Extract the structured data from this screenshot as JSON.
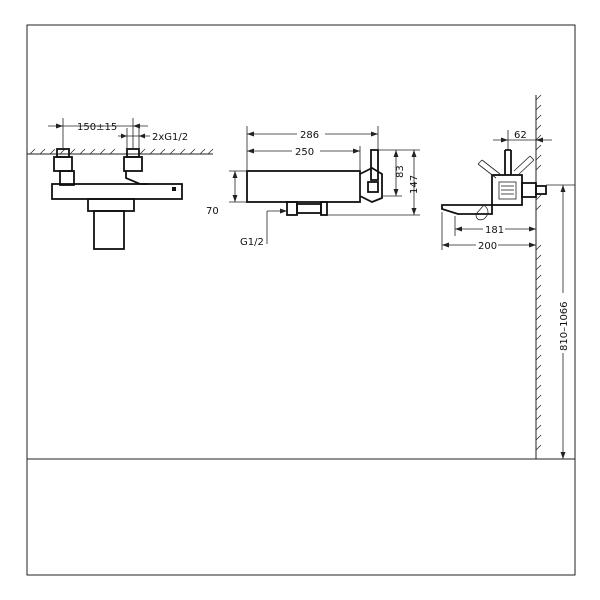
{
  "dimensions": {
    "front_spacing": "150±15",
    "front_inlets": "2xG1/2",
    "side_total_length": "286",
    "side_body_length": "250",
    "side_body_height": "70",
    "side_outlet_thread": "G1/2",
    "side_lever_height": "83",
    "side_total_height": "147",
    "wall_offset": "62",
    "spout_reach": "181",
    "total_projection": "200",
    "mount_height": "810–1066"
  }
}
